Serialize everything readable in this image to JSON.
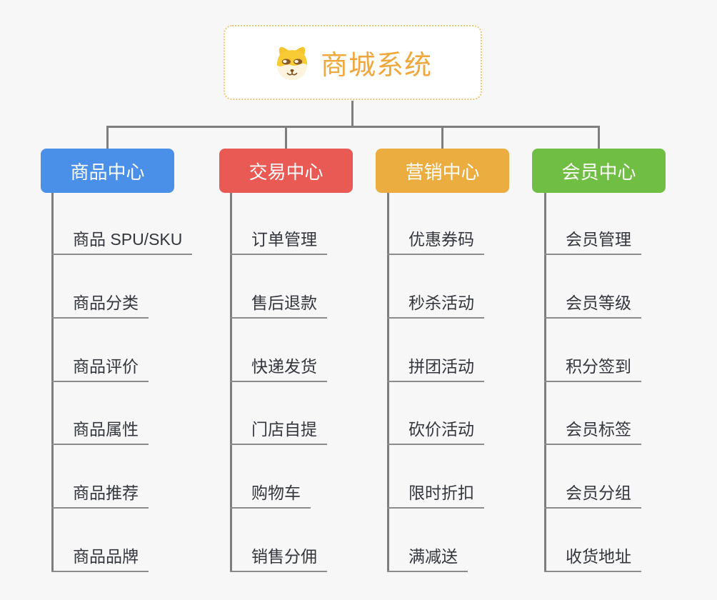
{
  "root": {
    "title": "商城系统",
    "icon": "shiba-dog-icon",
    "accent_color": "#F0A73C",
    "border_color": "#F2C575"
  },
  "connector_color": "#7E7E7E",
  "branches": [
    {
      "label": "商品中心",
      "color": "#4A90E8",
      "items": [
        "商品 SPU/SKU",
        "商品分类",
        "商品评价",
        "商品属性",
        "商品推荐",
        "商品品牌"
      ]
    },
    {
      "label": "交易中心",
      "color": "#E95A55",
      "items": [
        "订单管理",
        "售后退款",
        "快递发货",
        "门店自提",
        "购物车",
        "销售分佣"
      ]
    },
    {
      "label": "营销中心",
      "color": "#EBAD40",
      "items": [
        "优惠券码",
        "秒杀活动",
        "拼团活动",
        "砍价活动",
        "限时折扣",
        "满减送"
      ]
    },
    {
      "label": "会员中心",
      "color": "#70BE44",
      "items": [
        "会员管理",
        "会员等级",
        "积分签到",
        "会员标签",
        "会员分组",
        "收货地址"
      ]
    }
  ]
}
